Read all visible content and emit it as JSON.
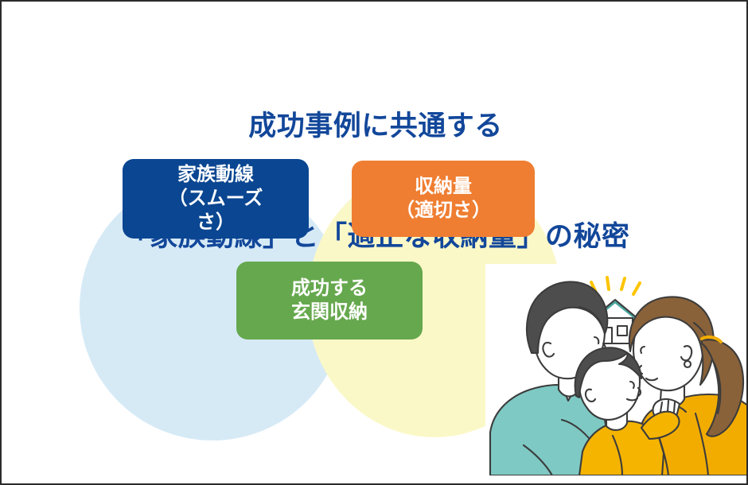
{
  "slide": {
    "background_color": "#ffffff",
    "border_color": "#2b2b2b"
  },
  "title": {
    "line_1": "成功事例に共通する",
    "line_2": "「家族動線」と「適正な収納量」の秘密",
    "color": "#12479a"
  },
  "venn": {
    "left_circle": {
      "name": "family-movement-circle",
      "color": "#d6eaf6"
    },
    "right_circle": {
      "name": "storage-volume-circle",
      "color": "#fbf8c8"
    },
    "overlap": {
      "name": "overlap-region",
      "color": "#c9e7b5"
    }
  },
  "labels": {
    "movement": {
      "text": "家族動線\n（スムーズ\nさ）",
      "color": "#0a4691"
    },
    "storage": {
      "text": "収納量\n（適切さ）",
      "color": "#ef7e32"
    },
    "success": {
      "text": "成功する\n玄関収納",
      "color": "#66a84e"
    }
  },
  "illustration": {
    "name": "family-with-house-illustration",
    "alt": "父・子ども・母の家族イラストと家のアイコン",
    "colors": {
      "father_shirt": "#7ec9c4",
      "father_hair": "#4d4d4d",
      "child_shirt": "#f5b400",
      "mother_top": "#f2ac00",
      "mother_hair": "#8a6239",
      "skin": "#ffffff",
      "outline": "#3c3c3c",
      "house_roof": "#4aa6a0",
      "rays": "#ffc400"
    }
  }
}
